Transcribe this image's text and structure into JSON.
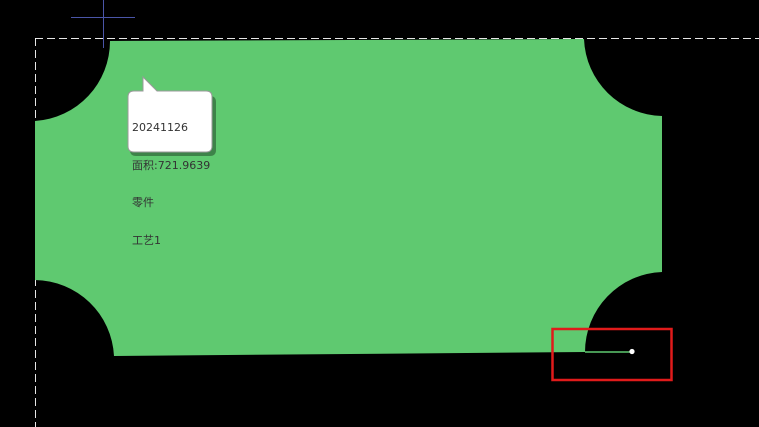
{
  "viewport": {
    "background_color": "#000000",
    "boundary_color": "#ffffff",
    "crosshair_color": "#4a55a8"
  },
  "part": {
    "fill_color": "#5fc970",
    "tooltip": {
      "date": "20241126",
      "area": "面积:721.9639",
      "type": "零件",
      "process": "工艺1",
      "background_color": "#ffffff"
    }
  },
  "selection": {
    "box_color": "#e01b1b",
    "marker_color": "#ffffff"
  }
}
